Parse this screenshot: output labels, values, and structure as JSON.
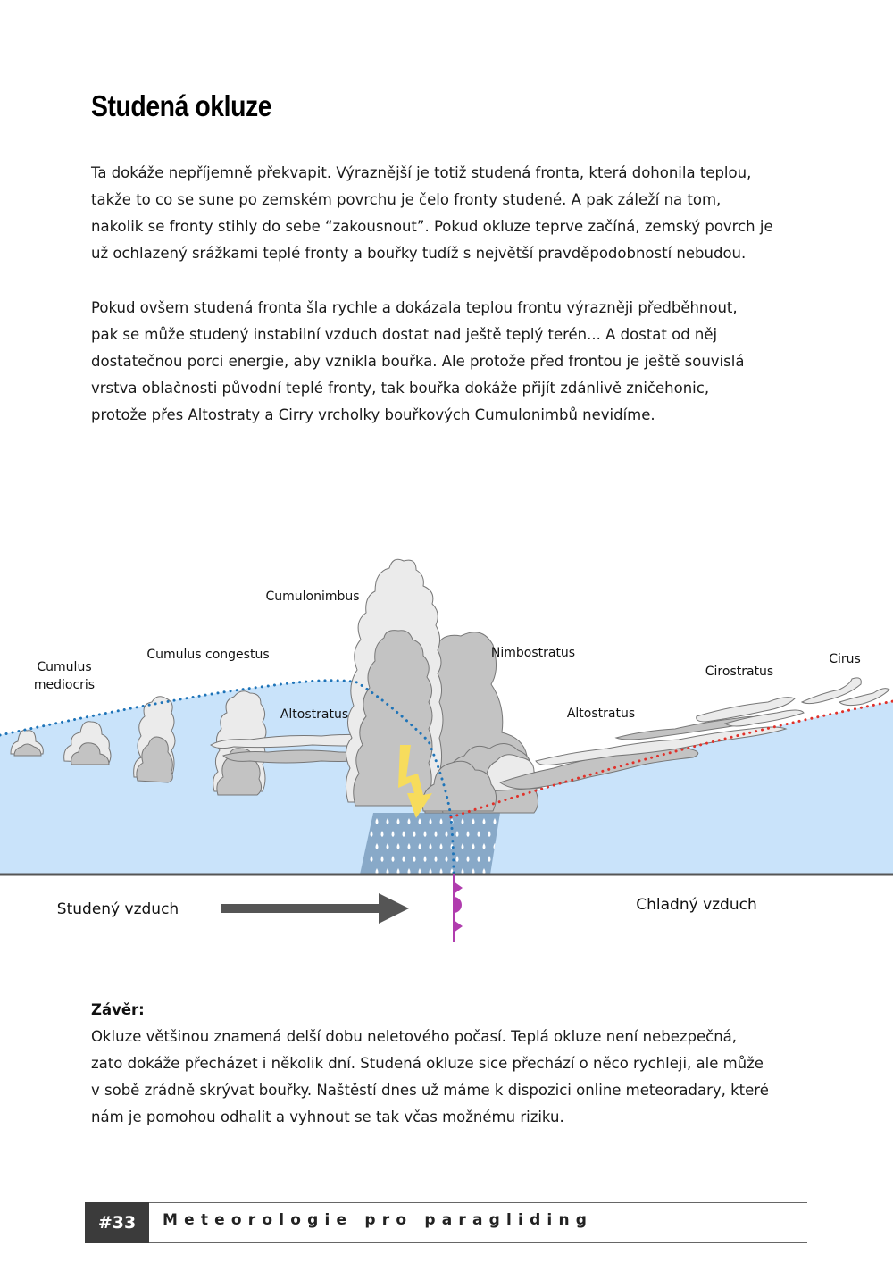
{
  "title": "Studená okluze",
  "paragraph1": [
    "Ta dokáže nepříjemně překvapit. Výraznější je totiž studená fronta, která dohonila teplou,",
    "takže to co se sune po zemském povrchu je čelo fronty studené. A pak záleží na tom,",
    "nakolik se fronty stihly do sebe “zakousnout”. Pokud okluze teprve začíná, zemský povrch je",
    "už ochlazený srážkami teplé fronty a bouřky tudíž s největší pravděpodobností nebudou."
  ],
  "paragraph2": [
    "Pokud ovšem studená fronta šla rychle a dokázala teplou frontu výrazněji předběhnout,",
    "pak se může studený instabilní vzduch dostat nad ještě teplý terén... A dostat od něj",
    "dostatečnou porci energie, aby vznikla bouřka. Ale protože před frontou je ještě souvislá",
    "vrstva oblačnosti původní teplé fronty, tak bouřka dokáže přijít zdánlivě zničehonic,",
    "protože přes Altostraty a Cirry vrcholky bouřkových Cumulonimbů nevidíme."
  ],
  "diagram": {
    "labels": {
      "cumulonimbus": "Cumulonimbus",
      "cumulus_mediocris_1": "Cumulus",
      "cumulus_mediocris_2": "mediocris",
      "cumulus_congestus": "Cumulus congestus",
      "nimbostratus": "Nimbostratus",
      "altostratus_left": "Altostratus",
      "altostratus_right": "Altostratus",
      "cirostratus": "Cirostratus",
      "cirus": "Cirus",
      "cold_air": "Studený vzduch",
      "cool_air": "Chladný vzduch"
    },
    "colors": {
      "cold_air_mass": "#c9e3fa",
      "cold_front_line": "#1f74b8",
      "warm_front_line": "#e0312a",
      "lightning": "#f7dc5c",
      "occlusion_symbol": "#b03cae",
      "cloud_light": "#ebebeb",
      "cloud_dark": "#c3c3c3",
      "arrow": "#555555"
    }
  },
  "conclusion": {
    "heading": "Závěr:",
    "lines": [
      "Okluze většinou znamená delší dobu neletového počasí. Teplá okluze není nebezpečná,",
      "zato dokáže přecházet i několik dní. Studená okluze sice přechází o něco rychleji, ale může",
      "v sobě zrádně skrývat bouřky. Naštěstí dnes už máme k dispozici online meteoradary, které",
      "nám je pomohou odhalit a vyhnout se tak včas možnému riziku."
    ]
  },
  "footer": {
    "page_number": "#33",
    "book_title": "Meteorologie pro paragliding"
  }
}
